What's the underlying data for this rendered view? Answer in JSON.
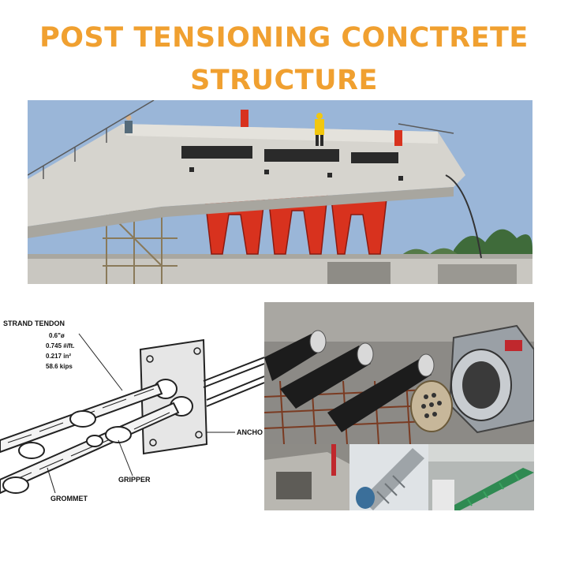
{
  "title": {
    "line1": "POST TENSIONING CONCTRETE",
    "line2": "STRUCTURE"
  },
  "diagram": {
    "strand_label": "STRAND TENDON",
    "specs": [
      "0.6\"ø",
      "0.745 #/ft.",
      "0.217 in²",
      "58.6 kips"
    ],
    "anchor_label": "ANCHO",
    "gripper_label": "GRIPPER",
    "grommet_label": "GROMMET"
  },
  "colors": {
    "title": "#f0a030",
    "sky": "#9ab6d8",
    "concrete": "#c9c7c1",
    "shoring": "#d8321e",
    "cable": "#1c1c1c"
  }
}
